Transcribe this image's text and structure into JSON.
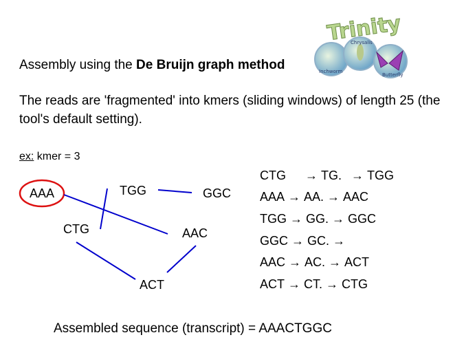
{
  "heading": {
    "prefix": "Assembly using the ",
    "bold": "De Bruijn graph method"
  },
  "description": "The reads are 'fragmented' into kmers (sliding windows) of length 25 (the tool's default setting).",
  "example": {
    "label": "ex:",
    "text": " kmer = 3"
  },
  "graph": {
    "nodes": {
      "aaa": "AAA",
      "tgg": "TGG",
      "ggc": "GGC",
      "ctg": "CTG",
      "aac": "AAC",
      "act": "ACT"
    },
    "line_color": "#0000cc",
    "circle_color": "#dd1111"
  },
  "rules": [
    {
      "kmer": "CTG",
      "prefix": "TG.",
      "next": "TGG"
    },
    {
      "kmer": "AAA",
      "prefix": "AA.",
      "next": "AAC"
    },
    {
      "kmer": "TGG",
      "prefix": "GG.",
      "next": "GGC"
    },
    {
      "kmer": "GGC",
      "prefix": "GC.",
      "next": ""
    },
    {
      "kmer": "AAC",
      "prefix": "AC.",
      "next": "ACT"
    },
    {
      "kmer": "ACT",
      "prefix": "CT.",
      "next": "CTG"
    }
  ],
  "arrow_glyph": "→",
  "assembled": "Assembled sequence (transcript) = AAACTGGC",
  "logo": {
    "text": "Trinity",
    "labels": [
      "Inchworm",
      "Chrysalis",
      "Butterfly"
    ]
  }
}
